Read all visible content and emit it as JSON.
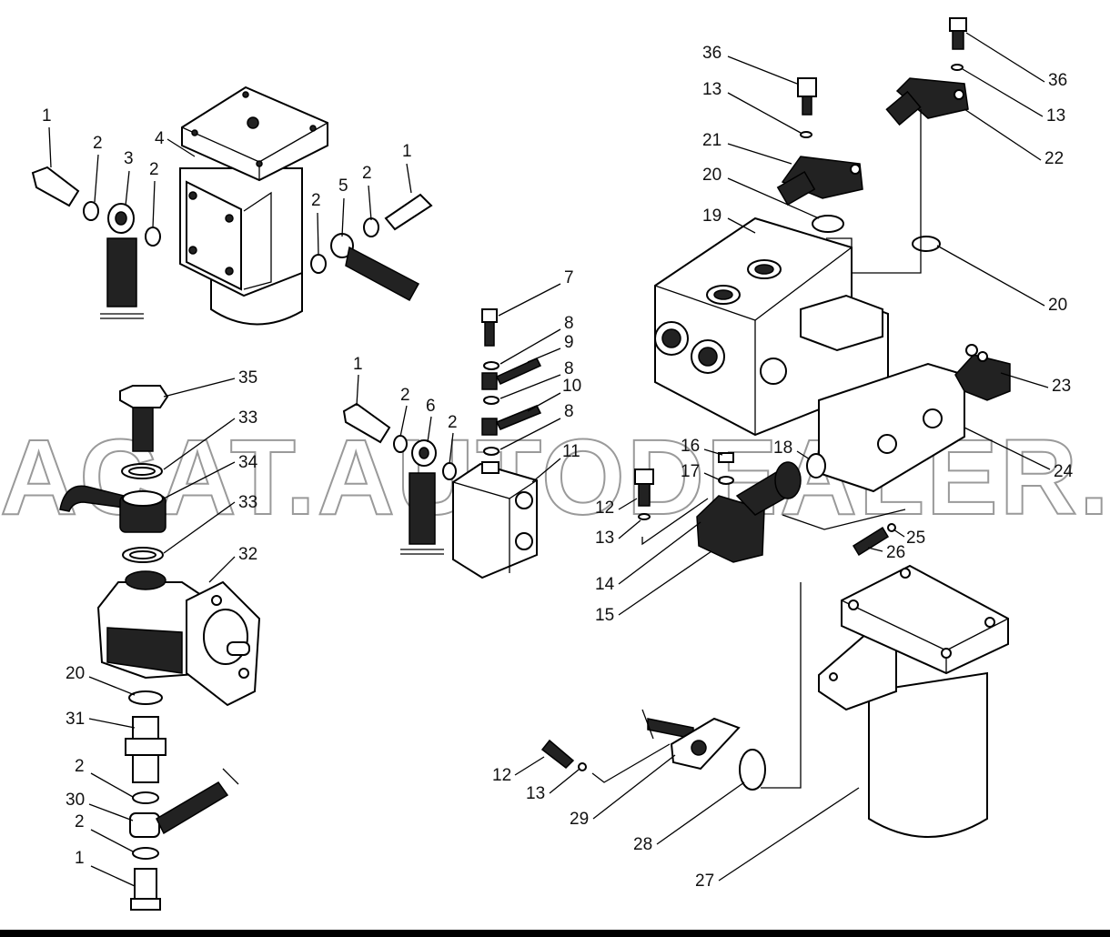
{
  "watermark": "ACAT.AUTODEALER.RU",
  "callouts": [
    {
      "id": "c1a",
      "text": "1"
    },
    {
      "id": "c2a",
      "text": "2"
    },
    {
      "id": "c3",
      "text": "3"
    },
    {
      "id": "c2b",
      "text": "2"
    },
    {
      "id": "c4",
      "text": "4"
    },
    {
      "id": "c1b",
      "text": "1"
    },
    {
      "id": "c2c",
      "text": "2"
    },
    {
      "id": "c5",
      "text": "5"
    },
    {
      "id": "c2d",
      "text": "2"
    },
    {
      "id": "c7",
      "text": "7"
    },
    {
      "id": "c8a",
      "text": "8"
    },
    {
      "id": "c9",
      "text": "9"
    },
    {
      "id": "c8b",
      "text": "8"
    },
    {
      "id": "c10",
      "text": "10"
    },
    {
      "id": "c8c",
      "text": "8"
    },
    {
      "id": "c11",
      "text": "11"
    },
    {
      "id": "c1c",
      "text": "1"
    },
    {
      "id": "c2e",
      "text": "2"
    },
    {
      "id": "c6",
      "text": "6"
    },
    {
      "id": "c2f",
      "text": "2"
    },
    {
      "id": "c35",
      "text": "35"
    },
    {
      "id": "c33a",
      "text": "33"
    },
    {
      "id": "c34",
      "text": "34"
    },
    {
      "id": "c33b",
      "text": "33"
    },
    {
      "id": "c32",
      "text": "32"
    },
    {
      "id": "c20a",
      "text": "20"
    },
    {
      "id": "c31",
      "text": "31"
    },
    {
      "id": "c2g",
      "text": "2"
    },
    {
      "id": "c30",
      "text": "30"
    },
    {
      "id": "c2h",
      "text": "2"
    },
    {
      "id": "c1d",
      "text": "1"
    },
    {
      "id": "c36a",
      "text": "36"
    },
    {
      "id": "c13a",
      "text": "13"
    },
    {
      "id": "c21",
      "text": "21"
    },
    {
      "id": "c20b",
      "text": "20"
    },
    {
      "id": "c19",
      "text": "19"
    },
    {
      "id": "c36b",
      "text": "36"
    },
    {
      "id": "c13b",
      "text": "13"
    },
    {
      "id": "c22",
      "text": "22"
    },
    {
      "id": "c20c",
      "text": "20"
    },
    {
      "id": "c23",
      "text": "23"
    },
    {
      "id": "c24",
      "text": "24"
    },
    {
      "id": "c16",
      "text": "16"
    },
    {
      "id": "c18",
      "text": "18"
    },
    {
      "id": "c17",
      "text": "17"
    },
    {
      "id": "c12a",
      "text": "12"
    },
    {
      "id": "c13c",
      "text": "13"
    },
    {
      "id": "c25",
      "text": "25"
    },
    {
      "id": "c26",
      "text": "26"
    },
    {
      "id": "c14",
      "text": "14"
    },
    {
      "id": "c15",
      "text": "15"
    },
    {
      "id": "c12b",
      "text": "12"
    },
    {
      "id": "c13d",
      "text": "13"
    },
    {
      "id": "c29",
      "text": "29"
    },
    {
      "id": "c28",
      "text": "28"
    },
    {
      "id": "c27",
      "text": "27"
    }
  ]
}
